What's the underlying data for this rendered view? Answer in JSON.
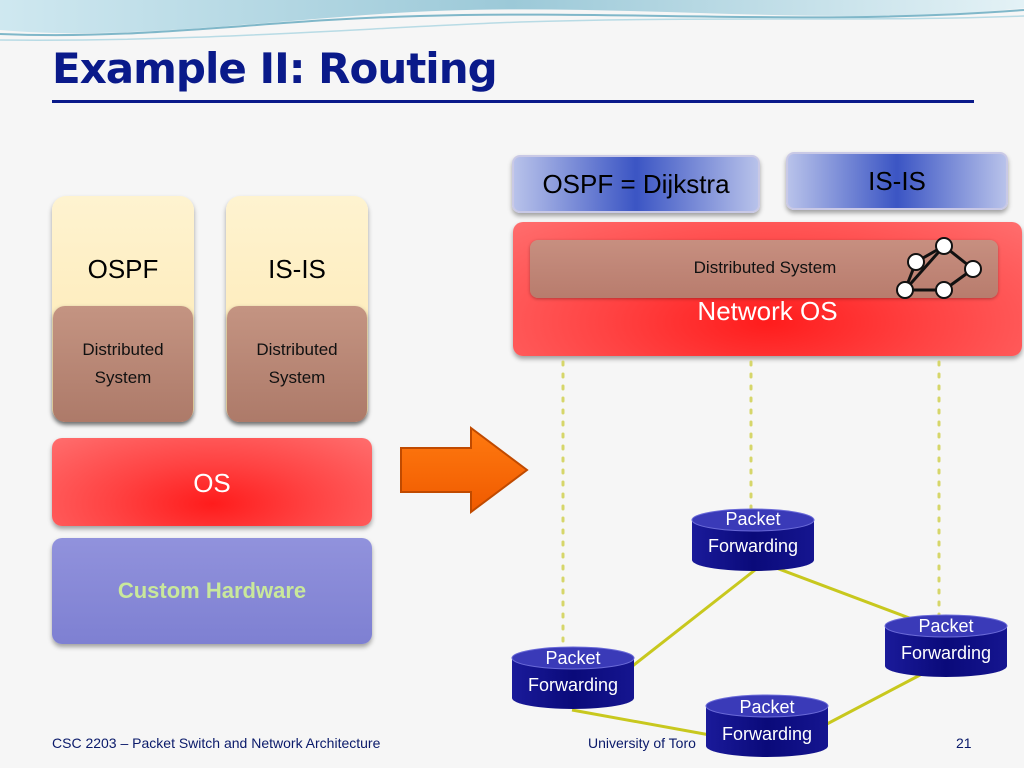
{
  "slide": {
    "title": "Example II: Routing",
    "footer_left": "CSC 2203 – Packet Switch and Network Architecture",
    "footer_center": "University of Toro",
    "page_number": "21"
  },
  "left_stack": {
    "apps": [
      {
        "name": "OSPF",
        "sub": "Distributed\nSystem"
      },
      {
        "name": "IS-IS",
        "sub": "Distributed\nSystem"
      }
    ],
    "os_label": "OS",
    "hardware_label": "Custom Hardware"
  },
  "right_stack": {
    "protocols": [
      "OSPF = Dijkstra",
      "IS-IS"
    ],
    "distributed_label": "Distributed System",
    "network_os_label": "Network OS",
    "forwarding_label": "Packet\nForwarding"
  },
  "colors": {
    "title": "#0a1a8a",
    "os_red": "#ff3333",
    "hardware": "#8587d6",
    "hardware_text": "#c9e89b",
    "arrow": "#ff6a00",
    "forwarding_node": "#0a0a80",
    "link": "#c8c81e"
  },
  "icons": {
    "transition_arrow": "right-arrow",
    "network_graph": "graph-icon"
  }
}
